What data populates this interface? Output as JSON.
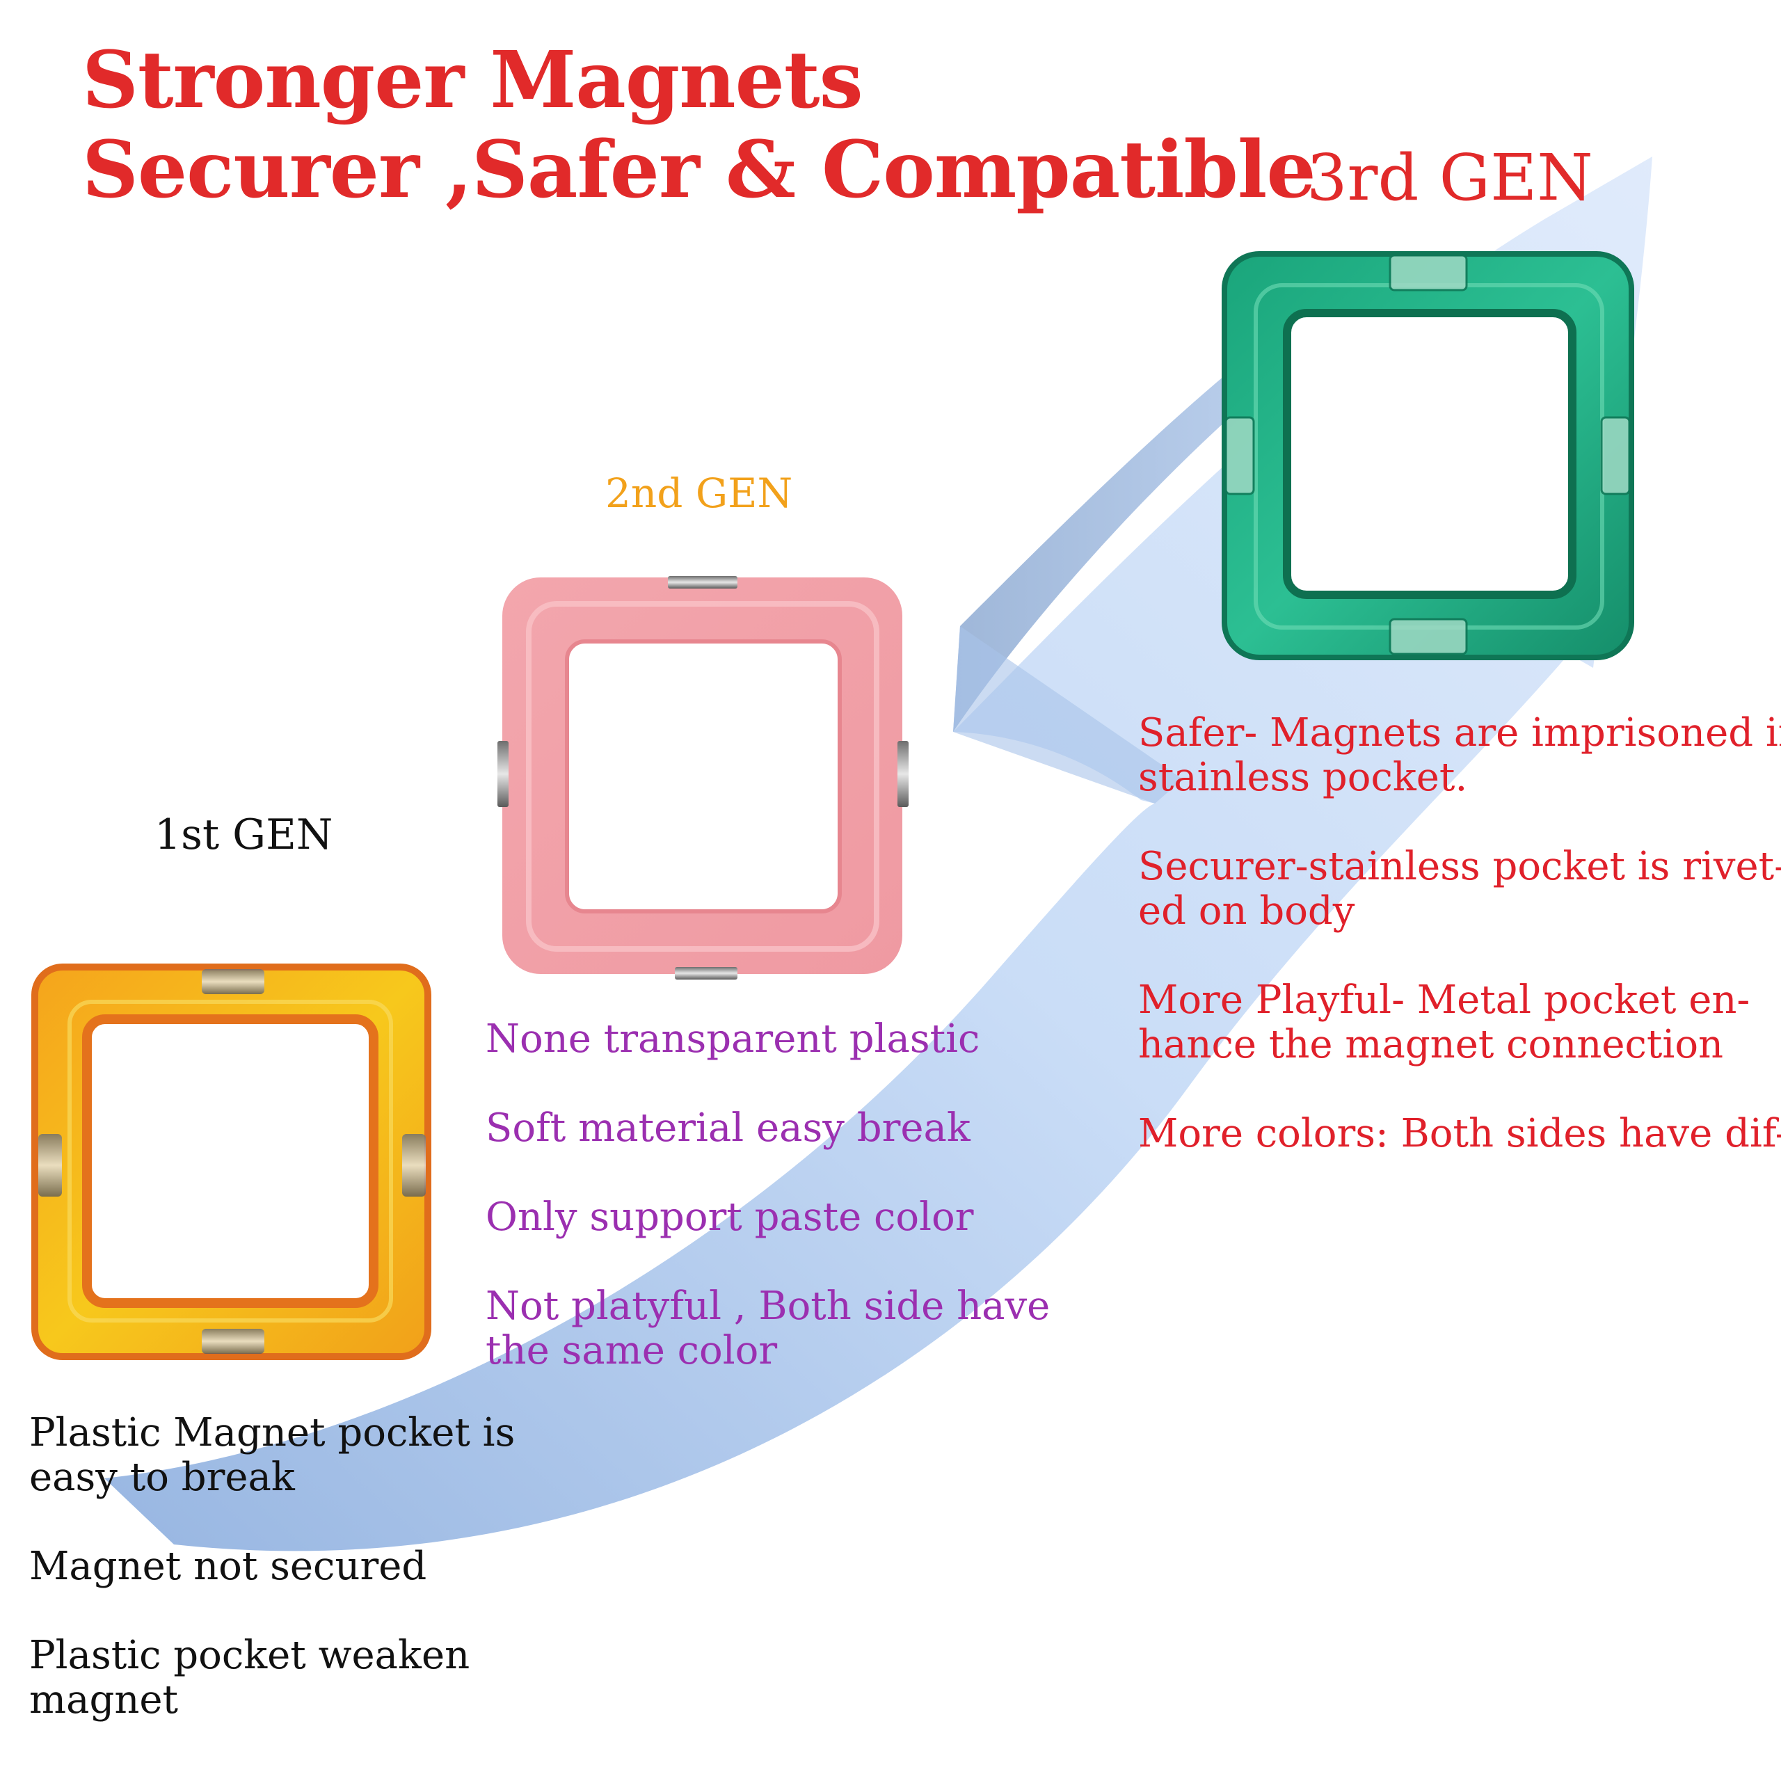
{
  "headline": {
    "line1": "Stronger Magnets",
    "line2": "Securer ,Safer & Compatible"
  },
  "generations": [
    {
      "label": "1st GEN",
      "tile_color": "yellow",
      "features": [
        {
          "lines": [
            "Plastic Magnet pocket is",
            "easy to break"
          ]
        },
        {
          "lines": [
            "Magnet not secured"
          ]
        },
        {
          "lines": [
            "Plastic pocket weaken",
            "magnet"
          ]
        }
      ]
    },
    {
      "label": "2nd GEN",
      "tile_color": "pink",
      "features": [
        {
          "lines": [
            "None transparent plastic"
          ]
        },
        {
          "lines": [
            "Soft material easy break"
          ]
        },
        {
          "lines": [
            "Only support paste color"
          ]
        },
        {
          "lines": [
            "Not platyful , Both side have",
            "the same color"
          ]
        }
      ]
    },
    {
      "label": "3rd GEN",
      "tile_color": "green",
      "features": [
        {
          "lines": [
            "Safer- Magnets are imprisoned in",
            "stainless pocket."
          ]
        },
        {
          "lines": [
            "Securer-stainless pocket is rivet-",
            "ed on body"
          ]
        },
        {
          "lines": [
            "More Playful- Metal pocket en-",
            "hance the magnet connection"
          ]
        },
        {
          "lines": [
            "More colors: Both sides have dif-"
          ]
        }
      ]
    }
  ],
  "colors": {
    "headline": "#e12a2a",
    "gen1_text": "#111111",
    "gen2_label": "#f2a11b",
    "gen2_text": "#9b2fb0",
    "gen3_text": "#e0202a",
    "arrow": "#b9d2f2"
  }
}
